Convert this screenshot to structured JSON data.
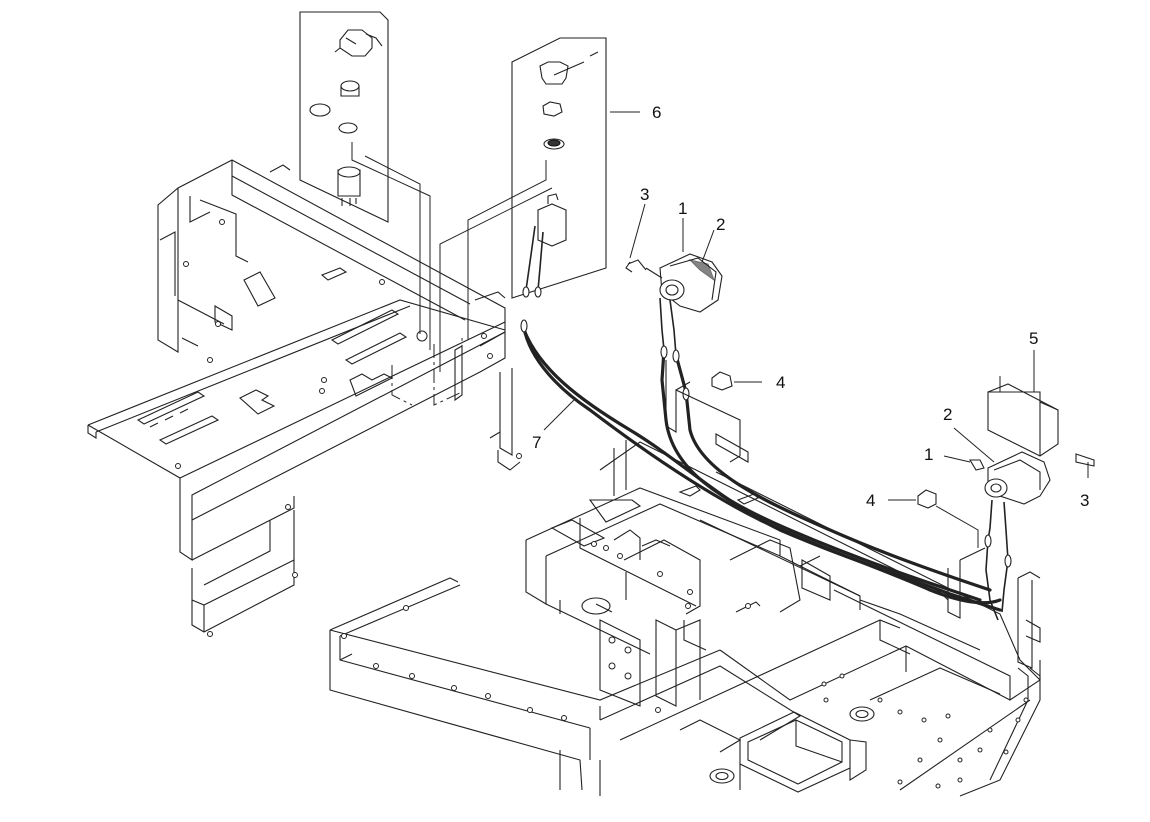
{
  "diagram": {
    "callouts": [
      {
        "id": "c1a",
        "text": "1"
      },
      {
        "id": "c2a",
        "text": "2"
      },
      {
        "id": "c3a",
        "text": "3"
      },
      {
        "id": "c4a",
        "text": "4"
      },
      {
        "id": "c5",
        "text": "5"
      },
      {
        "id": "c6",
        "text": "6"
      },
      {
        "id": "c7",
        "text": "7"
      },
      {
        "id": "c2b",
        "text": "2"
      },
      {
        "id": "c1b",
        "text": "1"
      },
      {
        "id": "c4b",
        "text": "4"
      },
      {
        "id": "c3b",
        "text": "3"
      }
    ]
  }
}
